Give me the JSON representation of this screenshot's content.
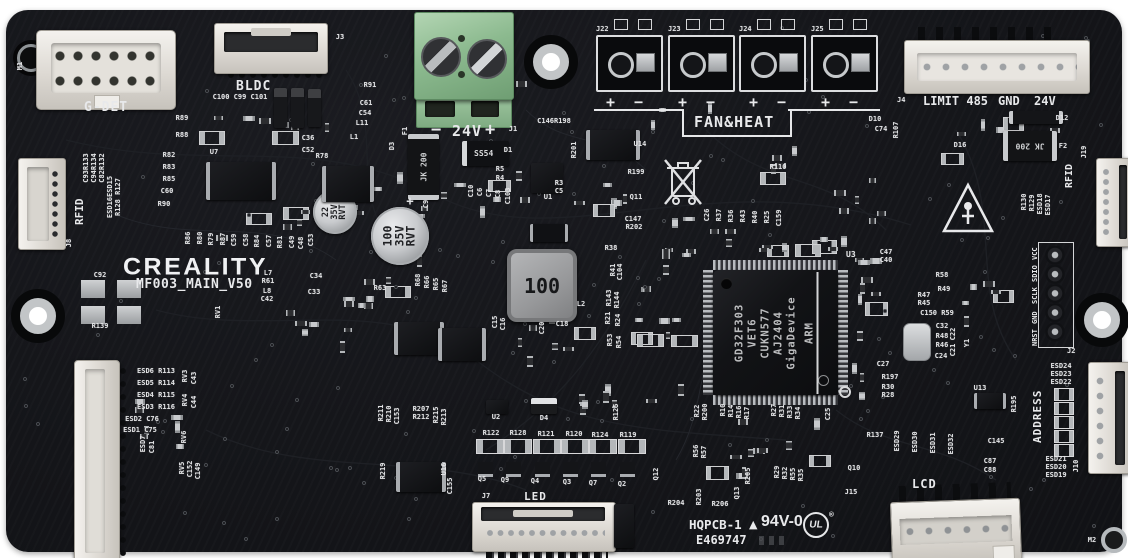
{
  "branding": {
    "logo": "CREALITY",
    "model": "MF003_MAIN_V50"
  },
  "connectors": {
    "g_det": {
      "label": "G-DET"
    },
    "bldc": {
      "label": "BLDC"
    },
    "power": {
      "minus": "−",
      "volts": "24V",
      "plus": "+"
    },
    "fan_heat": {
      "label": "FAN&HEAT",
      "plus": "+",
      "minus": "−",
      "ports": [
        "J22",
        "J23",
        "J24",
        "J25"
      ]
    },
    "limit": {
      "designator": "J4",
      "labels": [
        "LIMIT 485",
        "GND",
        "24V"
      ]
    },
    "rfid_left": {
      "label": "RFID"
    },
    "rfid_right": {
      "label": "RFID"
    },
    "debug": {
      "designator": "J2",
      "pins": [
        "VCC",
        "SDIO",
        "SCLK",
        "GND",
        "NRST"
      ]
    },
    "address": {
      "label": "ADDRESS"
    },
    "lcd": {
      "label": "LCD"
    },
    "led": {
      "label": "LED"
    }
  },
  "chips": {
    "mcu": {
      "designator": "U3",
      "lines": [
        "GD32F303",
        "VET6",
        "CUKN577",
        "AJ2404",
        "GigaDevice"
      ],
      "core": "ARM"
    }
  },
  "components": {
    "cap_small": [
      "22",
      "35V",
      "RVT"
    ],
    "cap_large": [
      "100",
      "35V",
      "RVT"
    ],
    "inductor_value": "100",
    "fuse_marking": "JK 200",
    "diode_marking": "SS54"
  },
  "certification": {
    "fab": "HQPCB-1",
    "triangle": "▲",
    "flammability": "94V-0",
    "ul": "UL",
    "registered": "®",
    "ul_file": "E469747"
  },
  "silkscreen": [
    [
      "M1",
      14,
      56,
      -90
    ],
    [
      "J3",
      334,
      27,
      0
    ],
    [
      "C100 C99 C101",
      234,
      87,
      0
    ],
    [
      "R89",
      176,
      108,
      0
    ],
    [
      "R88",
      176,
      125,
      0
    ],
    [
      "R82",
      163,
      145,
      0
    ],
    [
      "R83",
      163,
      157,
      0
    ],
    [
      "R85",
      163,
      169,
      0
    ],
    [
      "C60",
      161,
      181,
      0
    ],
    [
      "R90",
      158,
      194,
      0
    ],
    [
      "U7",
      208,
      142,
      0
    ],
    [
      "C36",
      302,
      128,
      0
    ],
    [
      "C52",
      302,
      140,
      0
    ],
    [
      "R78",
      316,
      146,
      0
    ],
    [
      "R91",
      364,
      75,
      0
    ],
    [
      "C61",
      360,
      93,
      0
    ],
    [
      "C54",
      359,
      103,
      0
    ],
    [
      "L11",
      356,
      113,
      0
    ],
    [
      "L1",
      348,
      127,
      0
    ],
    [
      "F1",
      399,
      121,
      -90
    ],
    [
      "D3",
      386,
      136,
      -90
    ],
    [
      "J1",
      507,
      119,
      0
    ],
    [
      "D1",
      502,
      140,
      0
    ],
    [
      "C146R198",
      548,
      111,
      0
    ],
    [
      "R201",
      568,
      140,
      -90
    ],
    [
      "R5",
      494,
      159,
      0
    ],
    [
      "R4",
      494,
      168,
      0
    ],
    [
      "C10",
      465,
      181,
      -90
    ],
    [
      "C6",
      474,
      182,
      -90
    ],
    [
      "C7",
      483,
      183,
      -90
    ],
    [
      "C8",
      492,
      184,
      -90
    ],
    [
      "C103",
      502,
      186,
      -90
    ],
    [
      "R3",
      553,
      173,
      0
    ],
    [
      "C5",
      553,
      181,
      0
    ],
    [
      "U1",
      542,
      187,
      0
    ],
    [
      "U14",
      634,
      134,
      0
    ],
    [
      "R199",
      630,
      162,
      0
    ],
    [
      "Q11",
      630,
      187,
      0
    ],
    [
      "C147",
      627,
      209,
      0
    ],
    [
      "R202",
      628,
      217,
      0
    ],
    [
      "D10",
      869,
      109,
      0
    ],
    [
      "C74",
      875,
      119,
      0
    ],
    [
      "R107",
      890,
      120,
      -90
    ],
    [
      "D16",
      954,
      135,
      0
    ],
    [
      "D12",
      1056,
      108,
      0
    ],
    [
      "F2",
      1057,
      136,
      0
    ],
    [
      "J19",
      1078,
      142,
      -90
    ],
    [
      "R110",
      772,
      157,
      0
    ],
    [
      "C92",
      94,
      265,
      0
    ],
    [
      "R139",
      94,
      316,
      0
    ],
    [
      "C93R133",
      80,
      158,
      -90
    ],
    [
      "C94R134",
      88,
      158,
      -90
    ],
    [
      "C82R132",
      96,
      158,
      -90
    ],
    [
      "ESD16ESD15",
      104,
      187,
      -90
    ],
    [
      "R128 R127",
      112,
      187,
      -90
    ],
    [
      "J8",
      63,
      233,
      -90
    ],
    [
      "L7",
      262,
      263,
      0
    ],
    [
      "R61",
      262,
      271,
      0
    ],
    [
      "L8",
      261,
      281,
      0
    ],
    [
      "C42",
      261,
      289,
      0
    ],
    [
      "C34",
      310,
      266,
      0
    ],
    [
      "C33",
      308,
      282,
      0
    ],
    [
      "RV1",
      212,
      302,
      -90
    ],
    [
      "C53",
      305,
      230,
      -90
    ],
    [
      "C9",
      420,
      194,
      -90
    ],
    [
      "+",
      404,
      191,
      0,
      12
    ],
    [
      "R63",
      374,
      278,
      0
    ],
    [
      "R68",
      412,
      270,
      -90
    ],
    [
      "R66",
      421,
      272,
      -90
    ],
    [
      "R65",
      430,
      274,
      -90
    ],
    [
      "R67",
      439,
      276,
      -90
    ],
    [
      "R86",
      182,
      228,
      -90
    ],
    [
      "R80",
      194,
      228,
      -90
    ],
    [
      "R79",
      205,
      229,
      -90
    ],
    [
      "R87",
      217,
      229,
      -90
    ],
    [
      "C59",
      228,
      230,
      -90
    ],
    [
      "C58",
      240,
      230,
      -90
    ],
    [
      "R84",
      251,
      231,
      -90
    ],
    [
      "C57",
      263,
      231,
      -90
    ],
    [
      "R81",
      274,
      232,
      -90
    ],
    [
      "C49",
      286,
      232,
      -90
    ],
    [
      "C48",
      295,
      233,
      -90
    ],
    [
      "C15",
      489,
      312,
      -90
    ],
    [
      "C16",
      497,
      314,
      -90
    ],
    [
      "C20",
      536,
      318,
      -90
    ],
    [
      "C18",
      556,
      314,
      0
    ],
    [
      "R38",
      605,
      238,
      0
    ],
    [
      "R41",
      607,
      260,
      -90
    ],
    [
      "C104",
      614,
      262,
      -90
    ],
    [
      "R143",
      603,
      288,
      -90
    ],
    [
      "R144",
      611,
      290,
      -90
    ],
    [
      "R21",
      602,
      308,
      -90
    ],
    [
      "R24",
      612,
      310,
      -90
    ],
    [
      "R53",
      604,
      330,
      -90
    ],
    [
      "R54",
      613,
      332,
      -90
    ],
    [
      "L2",
      575,
      294,
      0
    ],
    [
      "C26",
      701,
      205,
      -90
    ],
    [
      "R37",
      713,
      205,
      -90
    ],
    [
      "R36",
      725,
      206,
      -90
    ],
    [
      "R43",
      737,
      206,
      -90
    ],
    [
      "R40",
      749,
      207,
      -90
    ],
    [
      "R25",
      761,
      207,
      -90
    ],
    [
      "C159",
      773,
      208,
      -90
    ],
    [
      "C47",
      880,
      242,
      0
    ],
    [
      "C40",
      880,
      250,
      0
    ],
    [
      "R58",
      936,
      265,
      0
    ],
    [
      "R49",
      938,
      279,
      0
    ],
    [
      "R47",
      918,
      285,
      0
    ],
    [
      "R45",
      918,
      293,
      0
    ],
    [
      "C150 R59",
      931,
      303,
      0
    ],
    [
      "C32",
      936,
      316,
      0
    ],
    [
      "R48",
      936,
      326,
      0
    ],
    [
      "R46",
      936,
      335,
      0
    ],
    [
      "C24",
      935,
      346,
      0
    ],
    [
      "C22",
      947,
      324,
      -90
    ],
    [
      "C21",
      947,
      340,
      -90
    ],
    [
      "Y1",
      961,
      333,
      -90
    ],
    [
      "C27",
      877,
      354,
      0
    ],
    [
      "R197",
      884,
      367,
      0
    ],
    [
      "R30",
      882,
      377,
      0
    ],
    [
      "R28",
      882,
      385,
      0
    ],
    [
      "U13",
      974,
      378,
      0
    ],
    [
      "R195",
      1008,
      394,
      -90
    ],
    [
      "R130",
      1018,
      192,
      -90
    ],
    [
      "R129",
      1026,
      193,
      -90
    ],
    [
      "ESD18",
      1034,
      194,
      -90
    ],
    [
      "ESD17",
      1042,
      195,
      -90
    ],
    [
      "ESD24",
      1055,
      356,
      0
    ],
    [
      "ESD23",
      1055,
      364,
      0
    ],
    [
      "ESD22",
      1055,
      372,
      0
    ],
    [
      "ESD21",
      1050,
      449,
      0
    ],
    [
      "ESD20",
      1050,
      457,
      0
    ],
    [
      "ESD19",
      1050,
      465,
      0
    ],
    [
      "J10",
      1070,
      456,
      -90
    ],
    [
      "ESD6 R113",
      150,
      361,
      0
    ],
    [
      "ESD5 R114",
      150,
      373,
      0
    ],
    [
      "ESD4 R115",
      150,
      385,
      0
    ],
    [
      "ESD3 R116",
      150,
      397,
      0
    ],
    [
      "ESD2 C76",
      136,
      409,
      0
    ],
    [
      "ESD1 C75",
      134,
      420,
      0
    ],
    [
      "ESD7",
      137,
      434,
      -90
    ],
    [
      "C81",
      146,
      437,
      -90
    ],
    [
      "RV3",
      179,
      366,
      -90
    ],
    [
      "C43",
      188,
      368,
      -90
    ],
    [
      "RV4",
      179,
      390,
      -90
    ],
    [
      "C44",
      188,
      392,
      -90
    ],
    [
      "RV6",
      178,
      427,
      -90
    ],
    [
      "RV5",
      176,
      458,
      -90
    ],
    [
      "C152",
      184,
      459,
      -90
    ],
    [
      "C149",
      192,
      461,
      -90
    ],
    [
      "R211",
      375,
      403,
      -90
    ],
    [
      "R210",
      383,
      404,
      -90
    ],
    [
      "C153",
      391,
      406,
      -90
    ],
    [
      "R207",
      415,
      399,
      0
    ],
    [
      "R212",
      415,
      407,
      0
    ],
    [
      "R215",
      430,
      405,
      -90
    ],
    [
      "R213",
      438,
      407,
      -90
    ],
    [
      "U2",
      490,
      407,
      0
    ],
    [
      "D4",
      538,
      408,
      0
    ],
    [
      "R125",
      610,
      402,
      -90
    ],
    [
      "R122",
      485,
      423,
      0
    ],
    [
      "R128",
      512,
      423,
      0
    ],
    [
      "R121",
      540,
      424,
      0
    ],
    [
      "R120",
      568,
      424,
      0
    ],
    [
      "R124",
      594,
      425,
      0
    ],
    [
      "R119",
      622,
      425,
      0
    ],
    [
      "Q5",
      476,
      469,
      0
    ],
    [
      "Q9",
      499,
      470,
      0
    ],
    [
      "Q4",
      529,
      471,
      0
    ],
    [
      "Q3",
      561,
      472,
      0
    ],
    [
      "Q7",
      587,
      473,
      0
    ],
    [
      "Q2",
      616,
      474,
      0
    ],
    [
      "R219",
      377,
      461,
      -90
    ],
    [
      "U16",
      438,
      459,
      -90
    ],
    [
      "C155",
      444,
      476,
      -90
    ],
    [
      "Q12",
      650,
      464,
      -90
    ],
    [
      "R22",
      691,
      401,
      -90
    ],
    [
      "R200",
      699,
      402,
      -90
    ],
    [
      "R10",
      717,
      400,
      -90
    ],
    [
      "R14",
      725,
      401,
      -90
    ],
    [
      "R16",
      733,
      402,
      -90
    ],
    [
      "R17",
      741,
      403,
      -90
    ],
    [
      "R27",
      768,
      400,
      -90
    ],
    [
      "R31",
      776,
      401,
      -90
    ],
    [
      "R33",
      784,
      402,
      -90
    ],
    [
      "R34",
      792,
      403,
      -90
    ],
    [
      "C25",
      822,
      404,
      -90
    ],
    [
      "R56",
      690,
      441,
      -90
    ],
    [
      "R57",
      698,
      442,
      -90
    ],
    [
      "R29",
      771,
      462,
      -90
    ],
    [
      "R32",
      779,
      463,
      -90
    ],
    [
      "R55",
      787,
      464,
      -90
    ],
    [
      "R35",
      795,
      465,
      -90
    ],
    [
      "R203",
      693,
      487,
      -90
    ],
    [
      "R204",
      670,
      493,
      0
    ],
    [
      "R206",
      714,
      494,
      0
    ],
    [
      "Q13",
      731,
      483,
      -90
    ],
    [
      "R205",
      742,
      466,
      -90
    ],
    [
      "R137",
      869,
      425,
      0
    ],
    [
      "Q10",
      848,
      458,
      0
    ],
    [
      "J15",
      845,
      482,
      0
    ],
    [
      "ESD29",
      891,
      431,
      -90
    ],
    [
      "ESD30",
      909,
      432,
      -90
    ],
    [
      "ESD31",
      927,
      433,
      -90
    ],
    [
      "ESD32",
      945,
      434,
      -90
    ],
    [
      "C145",
      990,
      431,
      0
    ],
    [
      "C87",
      984,
      451,
      0
    ],
    [
      "C88",
      984,
      460,
      0
    ],
    [
      "M2",
      1086,
      530,
      0
    ],
    [
      "J7",
      480,
      486,
      0
    ]
  ]
}
